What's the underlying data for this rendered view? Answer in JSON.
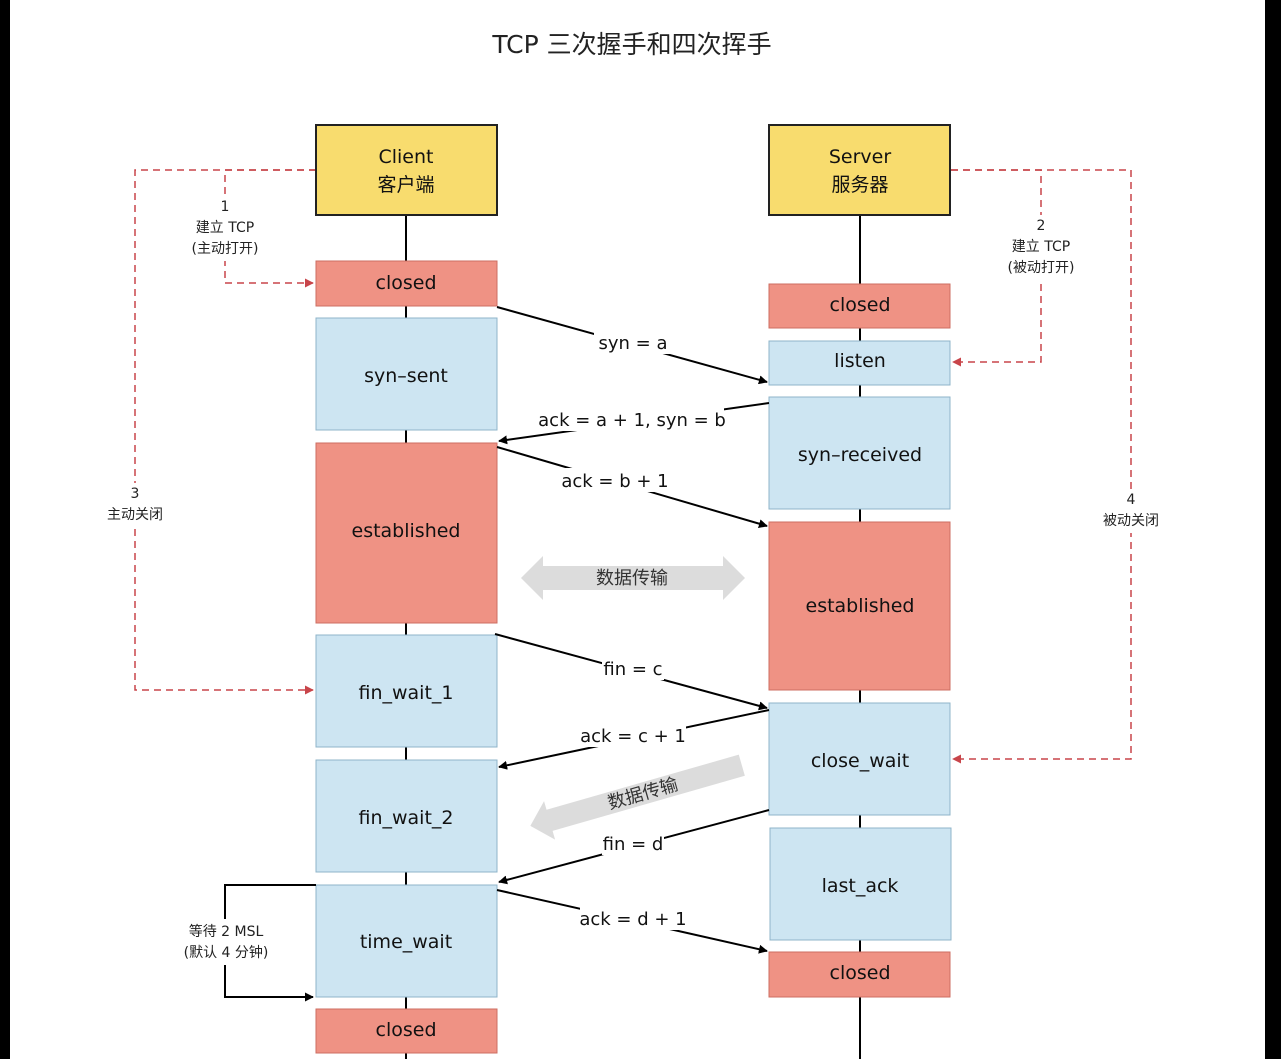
{
  "title": "TCP 三次握手和四次挥手",
  "colors": {
    "endpoint_fill": "#f8dc6e",
    "state_fill_red": "#ef9284",
    "state_fill_blue": "#cde5f2",
    "dashed_arrow": "#c8454a",
    "data_arrow": "#dcdcdc"
  },
  "client": {
    "label_en": "Client",
    "label_cn": "客户端",
    "states": [
      "closed",
      "syn–sent",
      "established",
      "fin_wait_1",
      "fin_wait_2",
      "time_wait",
      "closed"
    ]
  },
  "server": {
    "label_en": "Server",
    "label_cn": "服务器",
    "states": [
      "closed",
      "listen",
      "syn–received",
      "established",
      "close_wait",
      "last_ack",
      "closed"
    ]
  },
  "messages": [
    "syn = a",
    "ack = a + 1, syn = b",
    "ack = b + 1",
    "fin = c",
    "ack = c + 1",
    "fin = d",
    "ack = d + 1"
  ],
  "data_transfer": [
    "数据传输",
    "数据传输"
  ],
  "notes": {
    "n1": [
      "1",
      "建立 TCP",
      "(主动打开)"
    ],
    "n2": [
      "2",
      "建立 TCP",
      "(被动打开)"
    ],
    "n3": [
      "3",
      "主动关闭"
    ],
    "n4": [
      "4",
      "被动关闭"
    ],
    "wait": [
      "等待 2 MSL",
      "(默认 4 分钟)"
    ]
  }
}
